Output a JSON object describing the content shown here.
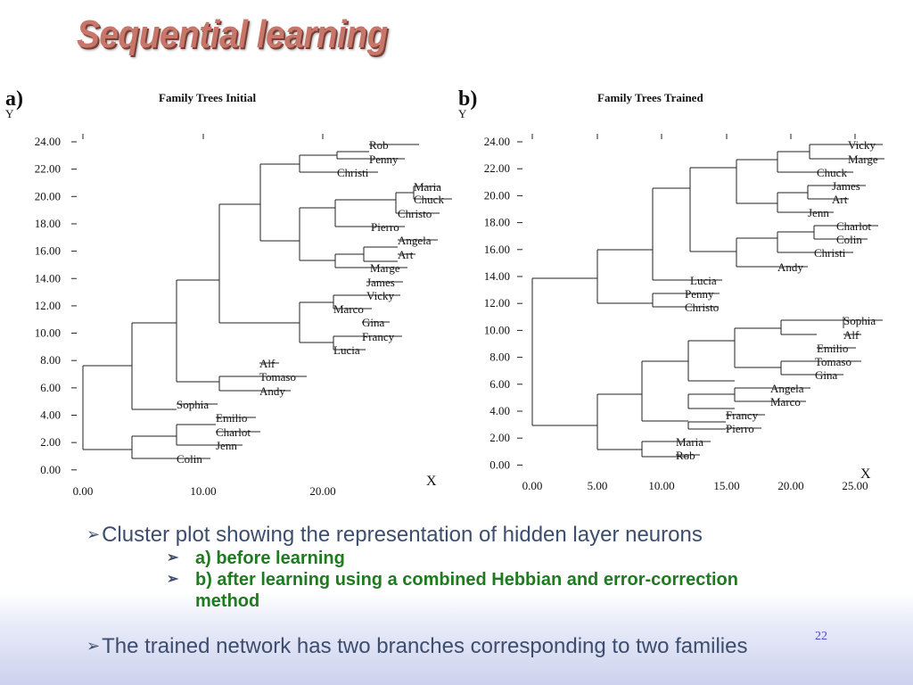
{
  "title": "Sequential learning",
  "panels": [
    {
      "letter": "a)",
      "title": "Family Trees Initial",
      "y_axis_label": "Y",
      "x_axis_label": "X",
      "y_ticks": [
        "24.00",
        "22.00",
        "20.00",
        "18.00",
        "16.00",
        "14.00",
        "12.00",
        "10.00",
        "8.00",
        "6.00",
        "4.00",
        "2.00",
        "0.00"
      ],
      "x_ticks": [
        "0.00",
        "10.00",
        "20.00"
      ],
      "leaves": [
        "Rob",
        "Penny",
        "Christi",
        "Maria",
        "Chuck",
        "Christo",
        "Pierro",
        "Angela",
        "Art",
        "Marge",
        "James",
        "Vicky",
        "Marco",
        "Gina",
        "Francy",
        "Lucia",
        "Alf",
        "Tomaso",
        "Andy",
        "Sophia",
        "Emilio",
        "Charlot",
        "Jenn",
        "Colin"
      ]
    },
    {
      "letter": "b)",
      "title": "Family Trees Trained",
      "y_axis_label": "Y",
      "x_axis_label": "X",
      "y_ticks": [
        "24.00",
        "22.00",
        "20.00",
        "18.00",
        "16.00",
        "14.00",
        "12.00",
        "10.00",
        "8.00",
        "6.00",
        "4.00",
        "2.00",
        "0.00"
      ],
      "x_ticks": [
        "0.00",
        "5.00",
        "10.00",
        "15.00",
        "20.00",
        "25.00"
      ],
      "leaves": [
        "Vicky",
        "Marge",
        "Chuck",
        "James",
        "Art",
        "Jenn",
        "Charlot",
        "Colin",
        "Christi",
        "Andy",
        "Lucia",
        "Penny",
        "Christo",
        "Sophia",
        "Alf",
        "Emilio",
        "Tomaso",
        "Gina",
        "Angela",
        "Marco",
        "Francy",
        "Pierro",
        "Maria",
        "Rob"
      ]
    }
  ],
  "bullets": {
    "main": "Cluster plot showing the representation of hidden layer neurons",
    "sub1": "a) before learning",
    "sub2": "b) after learning using a combined Hebbian and error-correction method",
    "final": "The trained network has two branches corresponding to two families"
  },
  "page_number": "22"
}
